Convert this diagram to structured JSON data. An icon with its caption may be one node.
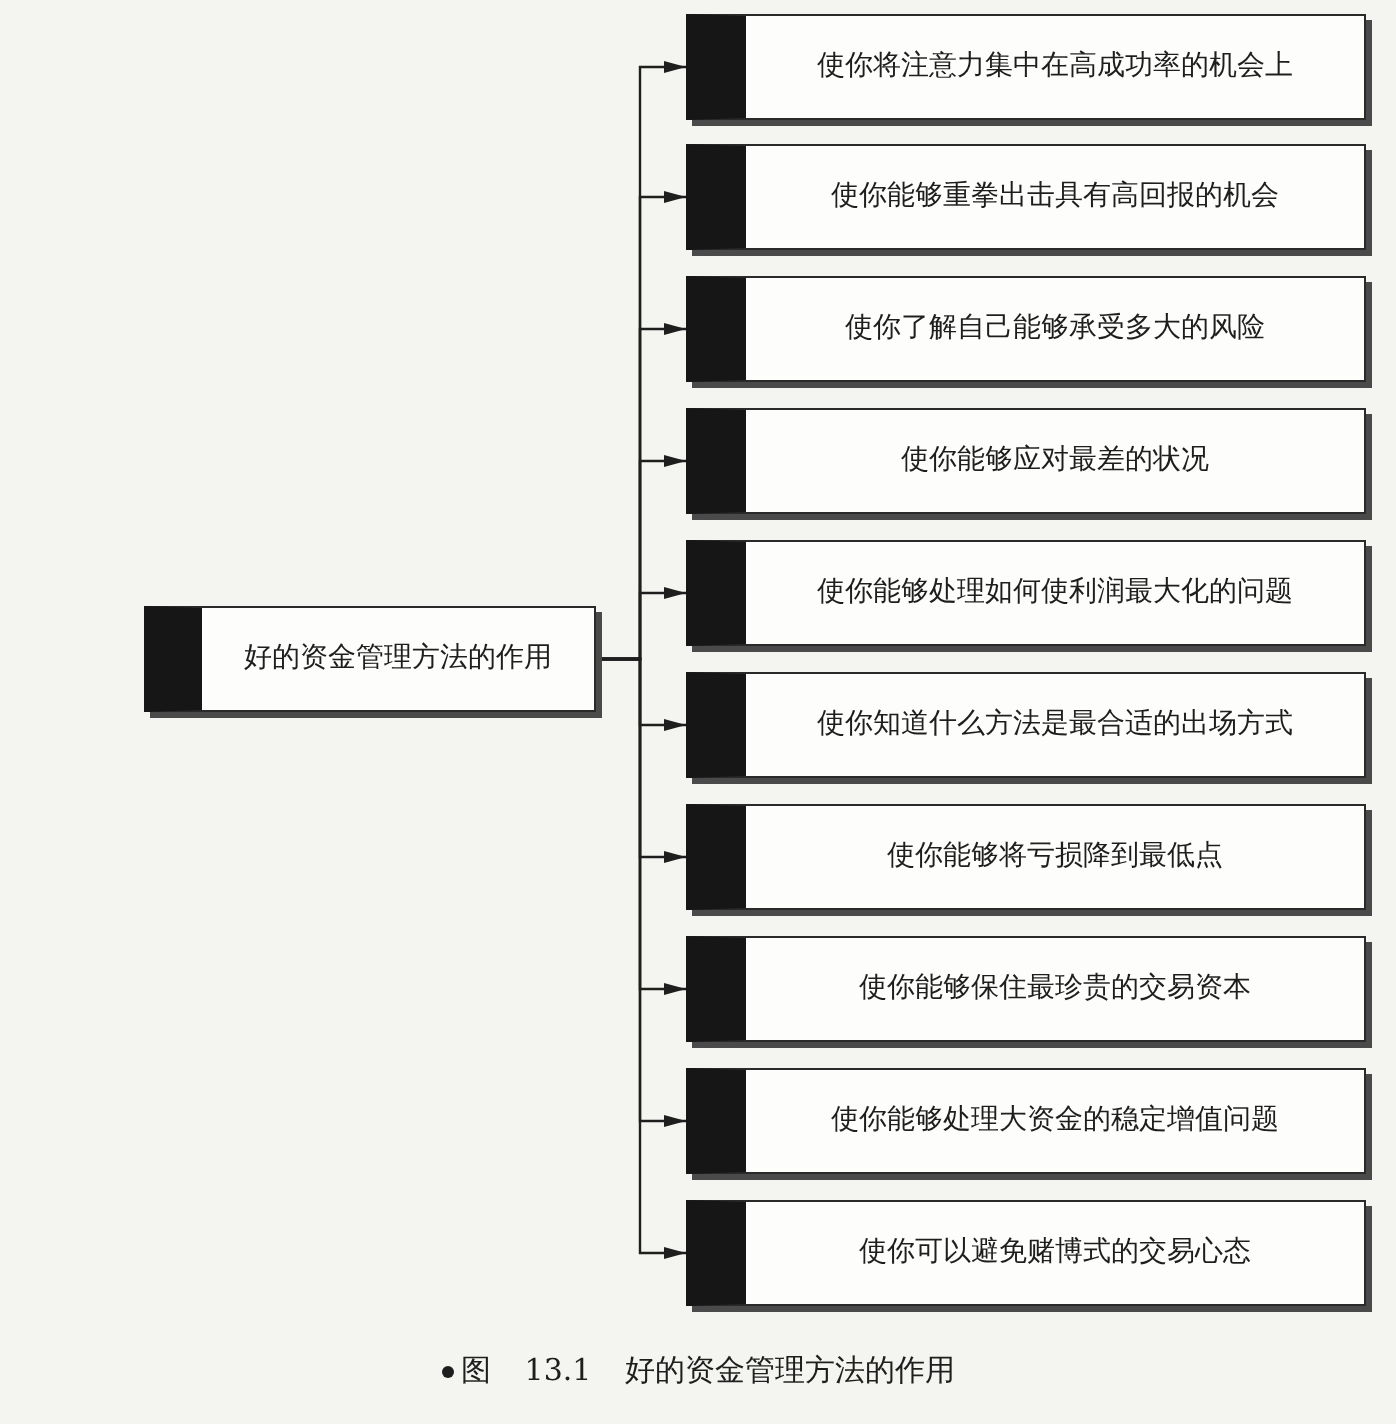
{
  "diagram": {
    "caption": "图 13.1 好的资金管理方法的作用",
    "nodes": [
      {
        "text": [
          "好的资金管理方法的作用"
        ]
      },
      {
        "text": [
          "使你将注意力集中在高成功率的机会上"
        ]
      },
      {
        "text": [
          "使你能够重拳出击具有高回报的机会"
        ]
      },
      {
        "text": [
          "使你了解自己能够承受多大的风险"
        ]
      },
      {
        "text": [
          "使你能够应对最差的状况"
        ]
      },
      {
        "text": [
          "使你能够处理如何使利润最大化的问题"
        ]
      },
      {
        "text": [
          "使你知道什么方法是最合适的出场方式"
        ]
      },
      {
        "text": [
          "使你能够将亏损降到最低点"
        ]
      },
      {
        "text": [
          "使你能够保住最珍贵的交易资本"
        ]
      },
      {
        "text": [
          "使你能够处理大资金的稳定增值问题"
        ]
      },
      {
        "text": [
          "使你可以避免赌博式的交易心态"
        ]
      }
    ],
    "edges": [
      {
        "from": 0,
        "to": 1,
        "arrow": "to"
      },
      {
        "from": 0,
        "to": 2,
        "arrow": "to"
      },
      {
        "from": 0,
        "to": 3,
        "arrow": "to"
      },
      {
        "from": 0,
        "to": 4,
        "arrow": "to"
      },
      {
        "from": 0,
        "to": 5,
        "arrow": "to"
      },
      {
        "from": 0,
        "to": 6,
        "arrow": "to"
      },
      {
        "from": 0,
        "to": 7,
        "arrow": "to"
      },
      {
        "from": 0,
        "to": 8,
        "arrow": "to"
      },
      {
        "from": 0,
        "to": 9,
        "arrow": "to"
      },
      {
        "from": 0,
        "to": 10,
        "arrow": "to"
      }
    ]
  }
}
